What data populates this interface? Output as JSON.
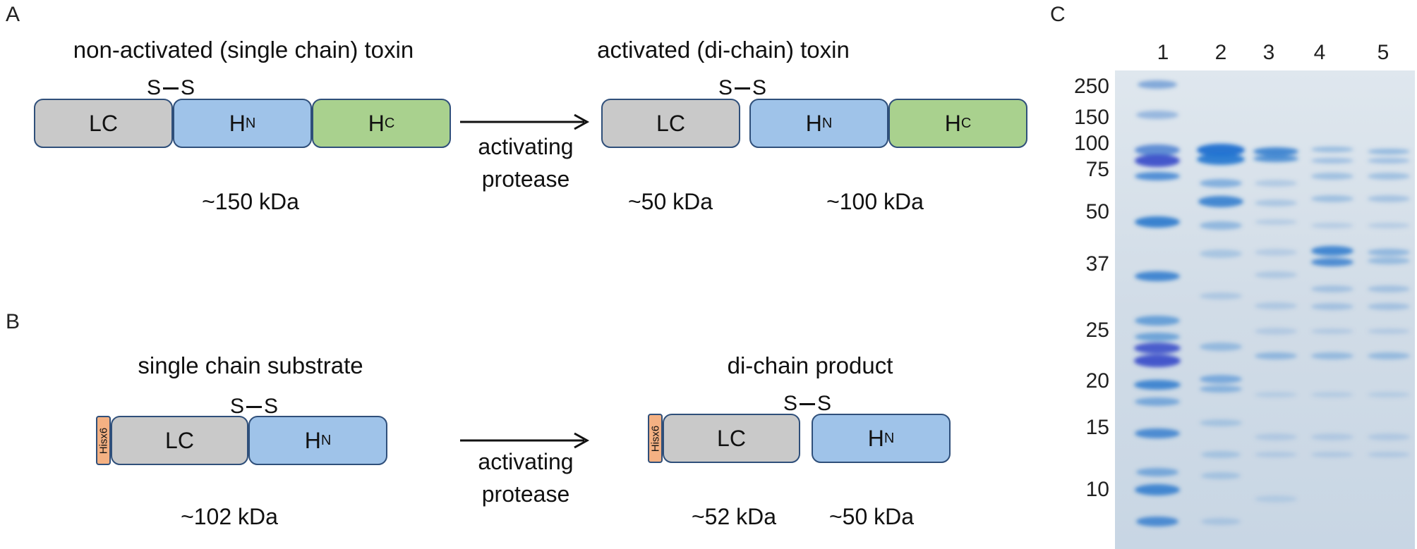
{
  "panel_a": {
    "letter": "A",
    "left_title": "non-activated (single chain) toxin",
    "right_title": "activated (di-chain) toxin",
    "disulfide": [
      "S",
      "S"
    ],
    "lc": "LC",
    "hn_main": "H",
    "hn_sub": "N",
    "hc_main": "H",
    "hc_sub": "C",
    "arrow_label_1": "activating",
    "arrow_label_2": "protease",
    "mw_left": "~150 kDa",
    "mw_right_lc": "~50 kDa",
    "mw_right_h": "~100 kDa"
  },
  "panel_b": {
    "letter": "B",
    "left_title": "single chain substrate",
    "right_title": "di-chain product",
    "tag": "Hisx6",
    "disulfide": [
      "S",
      "S"
    ],
    "lc": "LC",
    "hn_main": "H",
    "hn_sub": "N",
    "arrow_label_1": "activating",
    "arrow_label_2": "protease",
    "mw_left": "~102 kDa",
    "mw_right_lc": "~52 kDa",
    "mw_right_h": "~50 kDa"
  },
  "panel_c": {
    "letter": "C",
    "lanes": [
      "1",
      "2",
      "3",
      "4",
      "5"
    ],
    "markers": [
      "250",
      "150",
      "100",
      "75",
      "50",
      "37",
      "25",
      "20",
      "15",
      "10"
    ],
    "colors": {
      "gel_bg": "#d2dde8",
      "band": "#2a78cc",
      "ladder_dark": "#3b4fc9"
    }
  }
}
